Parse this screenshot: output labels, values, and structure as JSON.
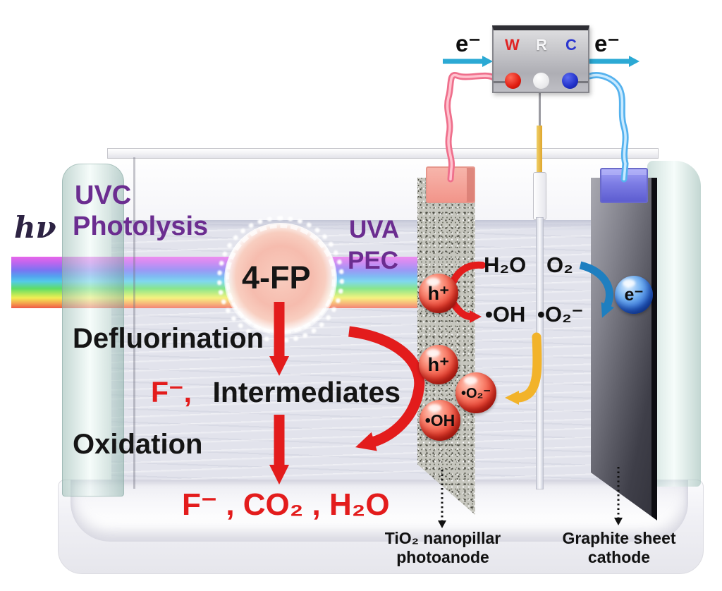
{
  "meter": {
    "w": "W",
    "r": "R",
    "c": "C"
  },
  "electrons": {
    "left": "e⁻",
    "right": "e⁻"
  },
  "light": {
    "hv": "hν",
    "uvc1": "UVC",
    "uvc2": "Photolysis",
    "uva1": "UVA",
    "uva2": "PEC"
  },
  "reaction": {
    "compound": "4-FP",
    "step1": "Defluorination",
    "fluoride": "F⁻,",
    "intermediates": "Intermediates",
    "step2": "Oxidation",
    "products": "F⁻ , CO₂ , H₂O"
  },
  "anode": {
    "h2o": "H₂O",
    "o2": "O₂",
    "oh": "•OH",
    "superoxide": "•O₂⁻",
    "hole": "h⁺",
    "sphere_superoxide": "•O₂⁻",
    "sphere_oh": "•OH",
    "caption1": "TiO₂ nanopillar",
    "caption2": "photoanode"
  },
  "cathode": {
    "electron": "e⁻",
    "caption1": "Graphite sheet",
    "caption2": "cathode"
  },
  "colors": {
    "purple": "#6b2d90",
    "red": "#e31c1c",
    "cyan_arrow": "#2ba9d4",
    "yellow_arrow": "#f2b32a",
    "blue_arrow": "#1e7fc0",
    "wire_red": "#ef6f8c",
    "wire_blue": "#55b2ee"
  }
}
